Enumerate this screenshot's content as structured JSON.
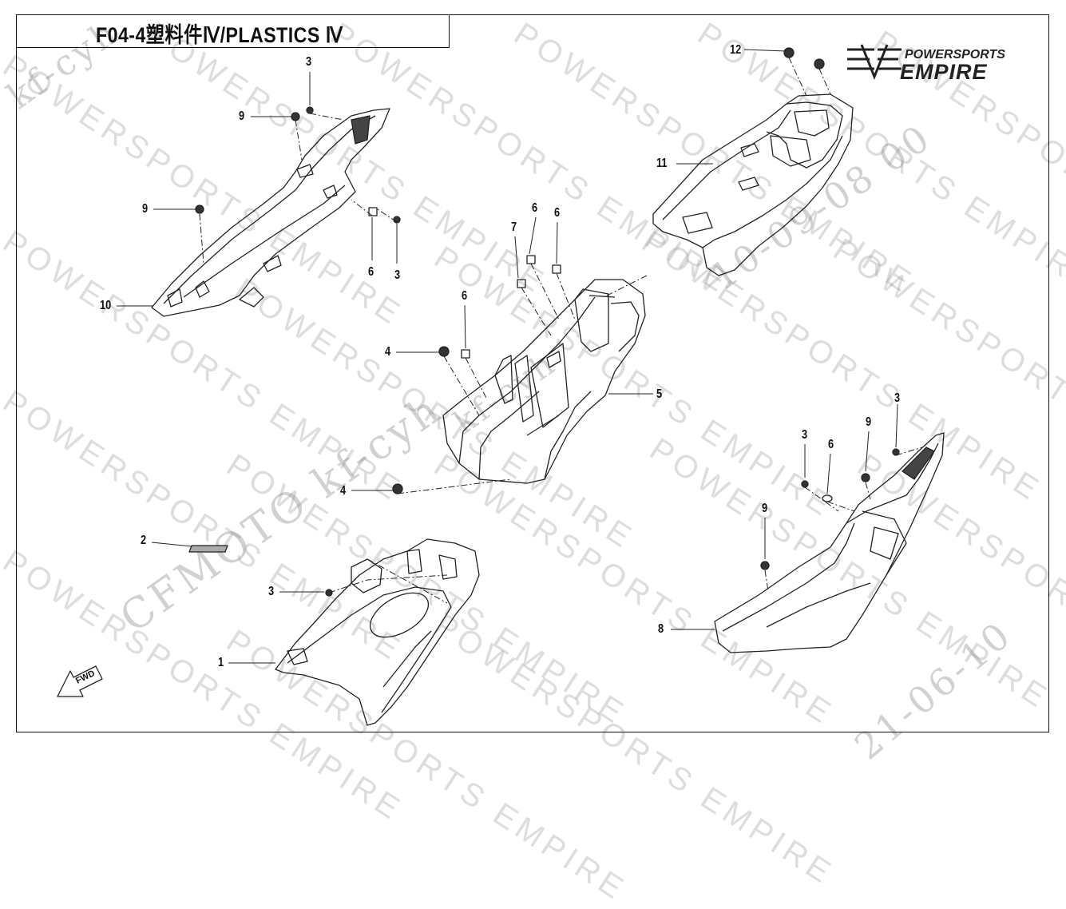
{
  "title": "F04-4塑料件Ⅳ/PLASTICS Ⅳ",
  "brand": {
    "top": "POWERSPORTS",
    "main": "EMPIRE"
  },
  "watermarks": {
    "pattern": "POWERSPORTS EMPIRE",
    "kf_text": "CFMOTO kf-cyh",
    "date_1": "10-09-08 00",
    "date_2": "21-06-10",
    "code_left": "kf-cyh",
    "code_mid": "kf-cyh"
  },
  "fwd_label": "FWD",
  "callouts": [
    {
      "id": "c12",
      "label": "12"
    },
    {
      "id": "c11",
      "label": "11"
    },
    {
      "id": "c3a",
      "label": "3"
    },
    {
      "id": "c9a",
      "label": "9"
    },
    {
      "id": "c9b",
      "label": "9"
    },
    {
      "id": "c6a",
      "label": "6"
    },
    {
      "id": "c3b",
      "label": "3"
    },
    {
      "id": "c10",
      "label": "10"
    },
    {
      "id": "c7",
      "label": "7"
    },
    {
      "id": "c6b",
      "label": "6"
    },
    {
      "id": "c6c",
      "label": "6"
    },
    {
      "id": "c6d",
      "label": "6"
    },
    {
      "id": "c4a",
      "label": "4"
    },
    {
      "id": "c5",
      "label": "5"
    },
    {
      "id": "c4b",
      "label": "4"
    },
    {
      "id": "c2",
      "label": "2"
    },
    {
      "id": "c3c",
      "label": "3"
    },
    {
      "id": "c1",
      "label": "1"
    },
    {
      "id": "c3d",
      "label": "3"
    },
    {
      "id": "c6e",
      "label": "6"
    },
    {
      "id": "c9c",
      "label": "9"
    },
    {
      "id": "c3e",
      "label": "3"
    },
    {
      "id": "c9d",
      "label": "9"
    },
    {
      "id": "c8",
      "label": "8"
    }
  ]
}
